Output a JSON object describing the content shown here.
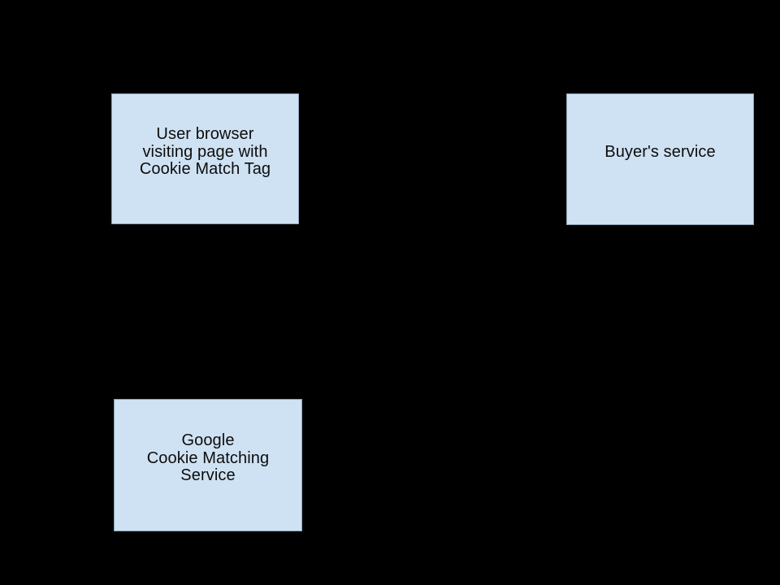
{
  "canvas": {
    "background_color": "#000000"
  },
  "diagram": {
    "node_fill_color": "#cfe2f3",
    "node_border_color": "#8ba2b8",
    "node_text_color": "#0d0d0d",
    "nodes": [
      {
        "id": "user-browser",
        "label": "User browser\nvisiting page with\nCookie Match Tag"
      },
      {
        "id": "buyers-service",
        "label": "Buyer's service"
      },
      {
        "id": "google-cookie-matching-service",
        "label": "Google\nCookie Matching\nService"
      }
    ]
  }
}
